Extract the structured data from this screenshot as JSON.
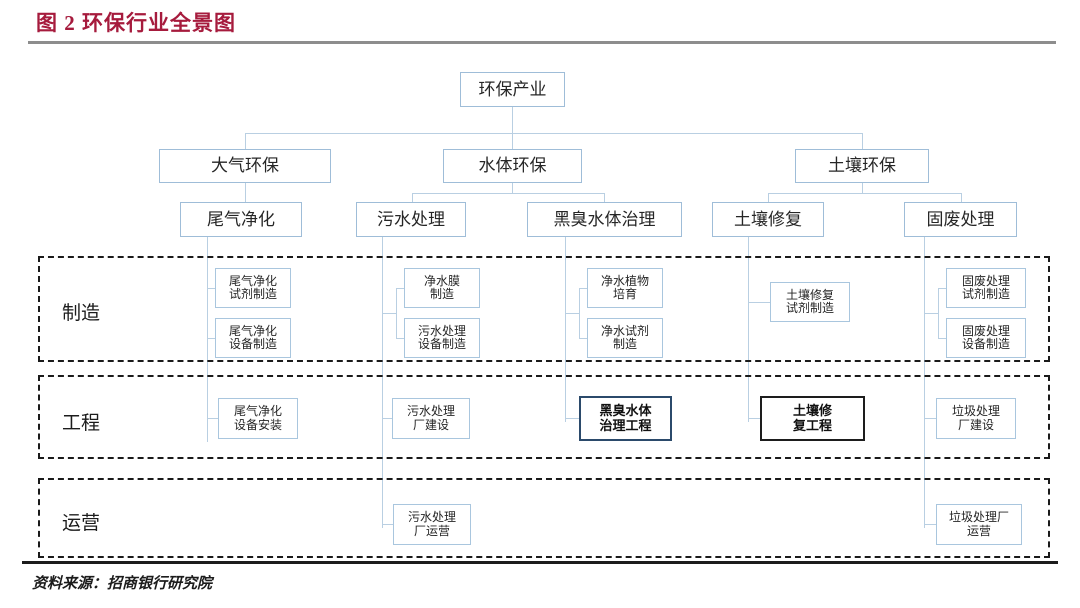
{
  "figure": {
    "title": "图 2  环保行业全景图",
    "source": "资料来源：招商银行研究院",
    "title_color": "#a61b3d",
    "box_border_color": "#9fbdd8",
    "band_border_color": "#1a1a1a",
    "connector_color": "#b9cfe2"
  },
  "tree": {
    "root": {
      "label": "环保产业"
    },
    "level2": [
      {
        "label": "大气环保"
      },
      {
        "label": "水体环保"
      },
      {
        "label": "土壤环保"
      }
    ],
    "level3": [
      {
        "label": "尾气净化",
        "parent": "大气环保"
      },
      {
        "label": "污水处理",
        "parent": "水体环保"
      },
      {
        "label": "黑臭水体治理",
        "parent": "水体环保"
      },
      {
        "label": "土壤修复",
        "parent": "土壤环保"
      },
      {
        "label": "固废处理",
        "parent": "土壤环保"
      }
    ]
  },
  "bands": [
    {
      "label": "制造"
    },
    {
      "label": "工程"
    },
    {
      "label": "运营"
    }
  ],
  "manufacturing": [
    {
      "label": "尾气净化\n试剂制造",
      "chain": "尾气净化",
      "emphasis": "none"
    },
    {
      "label": "尾气净化\n设备制造",
      "chain": "尾气净化",
      "emphasis": "none"
    },
    {
      "label": "净水膜\n制造",
      "chain": "污水处理",
      "emphasis": "none"
    },
    {
      "label": "污水处理\n设备制造",
      "chain": "污水处理",
      "emphasis": "none"
    },
    {
      "label": "净水植物\n培育",
      "chain": "黑臭水体治理",
      "emphasis": "none"
    },
    {
      "label": "净水试剂\n制造",
      "chain": "黑臭水体治理",
      "emphasis": "none"
    },
    {
      "label": "土壤修复\n试剂制造",
      "chain": "土壤修复",
      "emphasis": "none"
    },
    {
      "label": "固废处理\n试剂制造",
      "chain": "固废处理",
      "emphasis": "none"
    },
    {
      "label": "固废处理\n设备制造",
      "chain": "固废处理",
      "emphasis": "none"
    }
  ],
  "engineering": [
    {
      "label": "尾气净化\n设备安装",
      "chain": "尾气净化",
      "emphasis": "none"
    },
    {
      "label": "污水处理\n厂建设",
      "chain": "污水处理",
      "emphasis": "none"
    },
    {
      "label": "黑臭水体\n治理工程",
      "chain": "黑臭水体治理",
      "emphasis": "blue"
    },
    {
      "label": "土壤修\n复工程",
      "chain": "土壤修复",
      "emphasis": "dark"
    },
    {
      "label": "垃圾处理\n厂建设",
      "chain": "固废处理",
      "emphasis": "none"
    }
  ],
  "operation": [
    {
      "label": "污水处理\n厂运营",
      "chain": "污水处理",
      "emphasis": "none"
    },
    {
      "label": "垃圾处理厂\n运营",
      "chain": "固废处理",
      "emphasis": "none"
    }
  ]
}
